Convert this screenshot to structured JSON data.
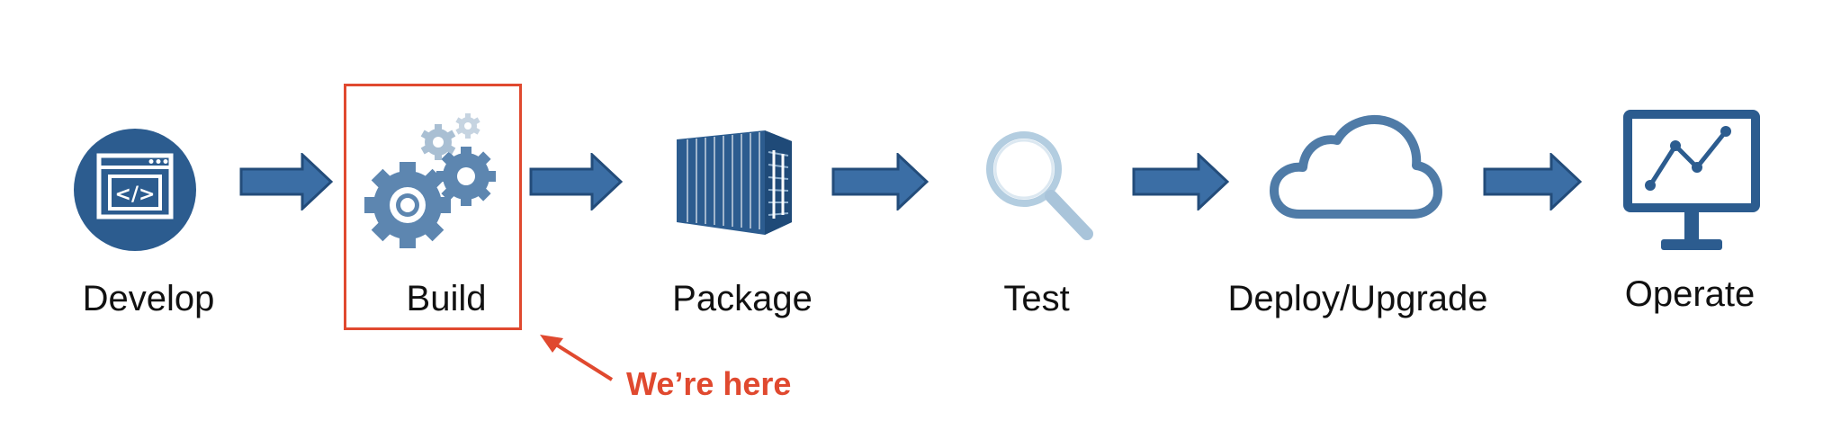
{
  "stages": [
    {
      "id": "develop",
      "label": "Develop",
      "icon": "code-window-icon"
    },
    {
      "id": "build",
      "label": "Build",
      "icon": "gears-icon"
    },
    {
      "id": "package",
      "label": "Package",
      "icon": "container-icon"
    },
    {
      "id": "test",
      "label": "Test",
      "icon": "magnifier-icon"
    },
    {
      "id": "deploy",
      "label": "Deploy/Upgrade",
      "icon": "cloud-icon"
    },
    {
      "id": "operate",
      "label": "Operate",
      "icon": "monitor-chart-icon"
    }
  ],
  "develop_icon_text": "</>",
  "callout": {
    "text": "We’re here",
    "target": "build",
    "color": "#e0492f"
  },
  "colors": {
    "primary": "#2c5c8f",
    "gear_light": "#a9bfd3",
    "magnifier": "#b3cde0",
    "highlight": "#e0492f"
  }
}
